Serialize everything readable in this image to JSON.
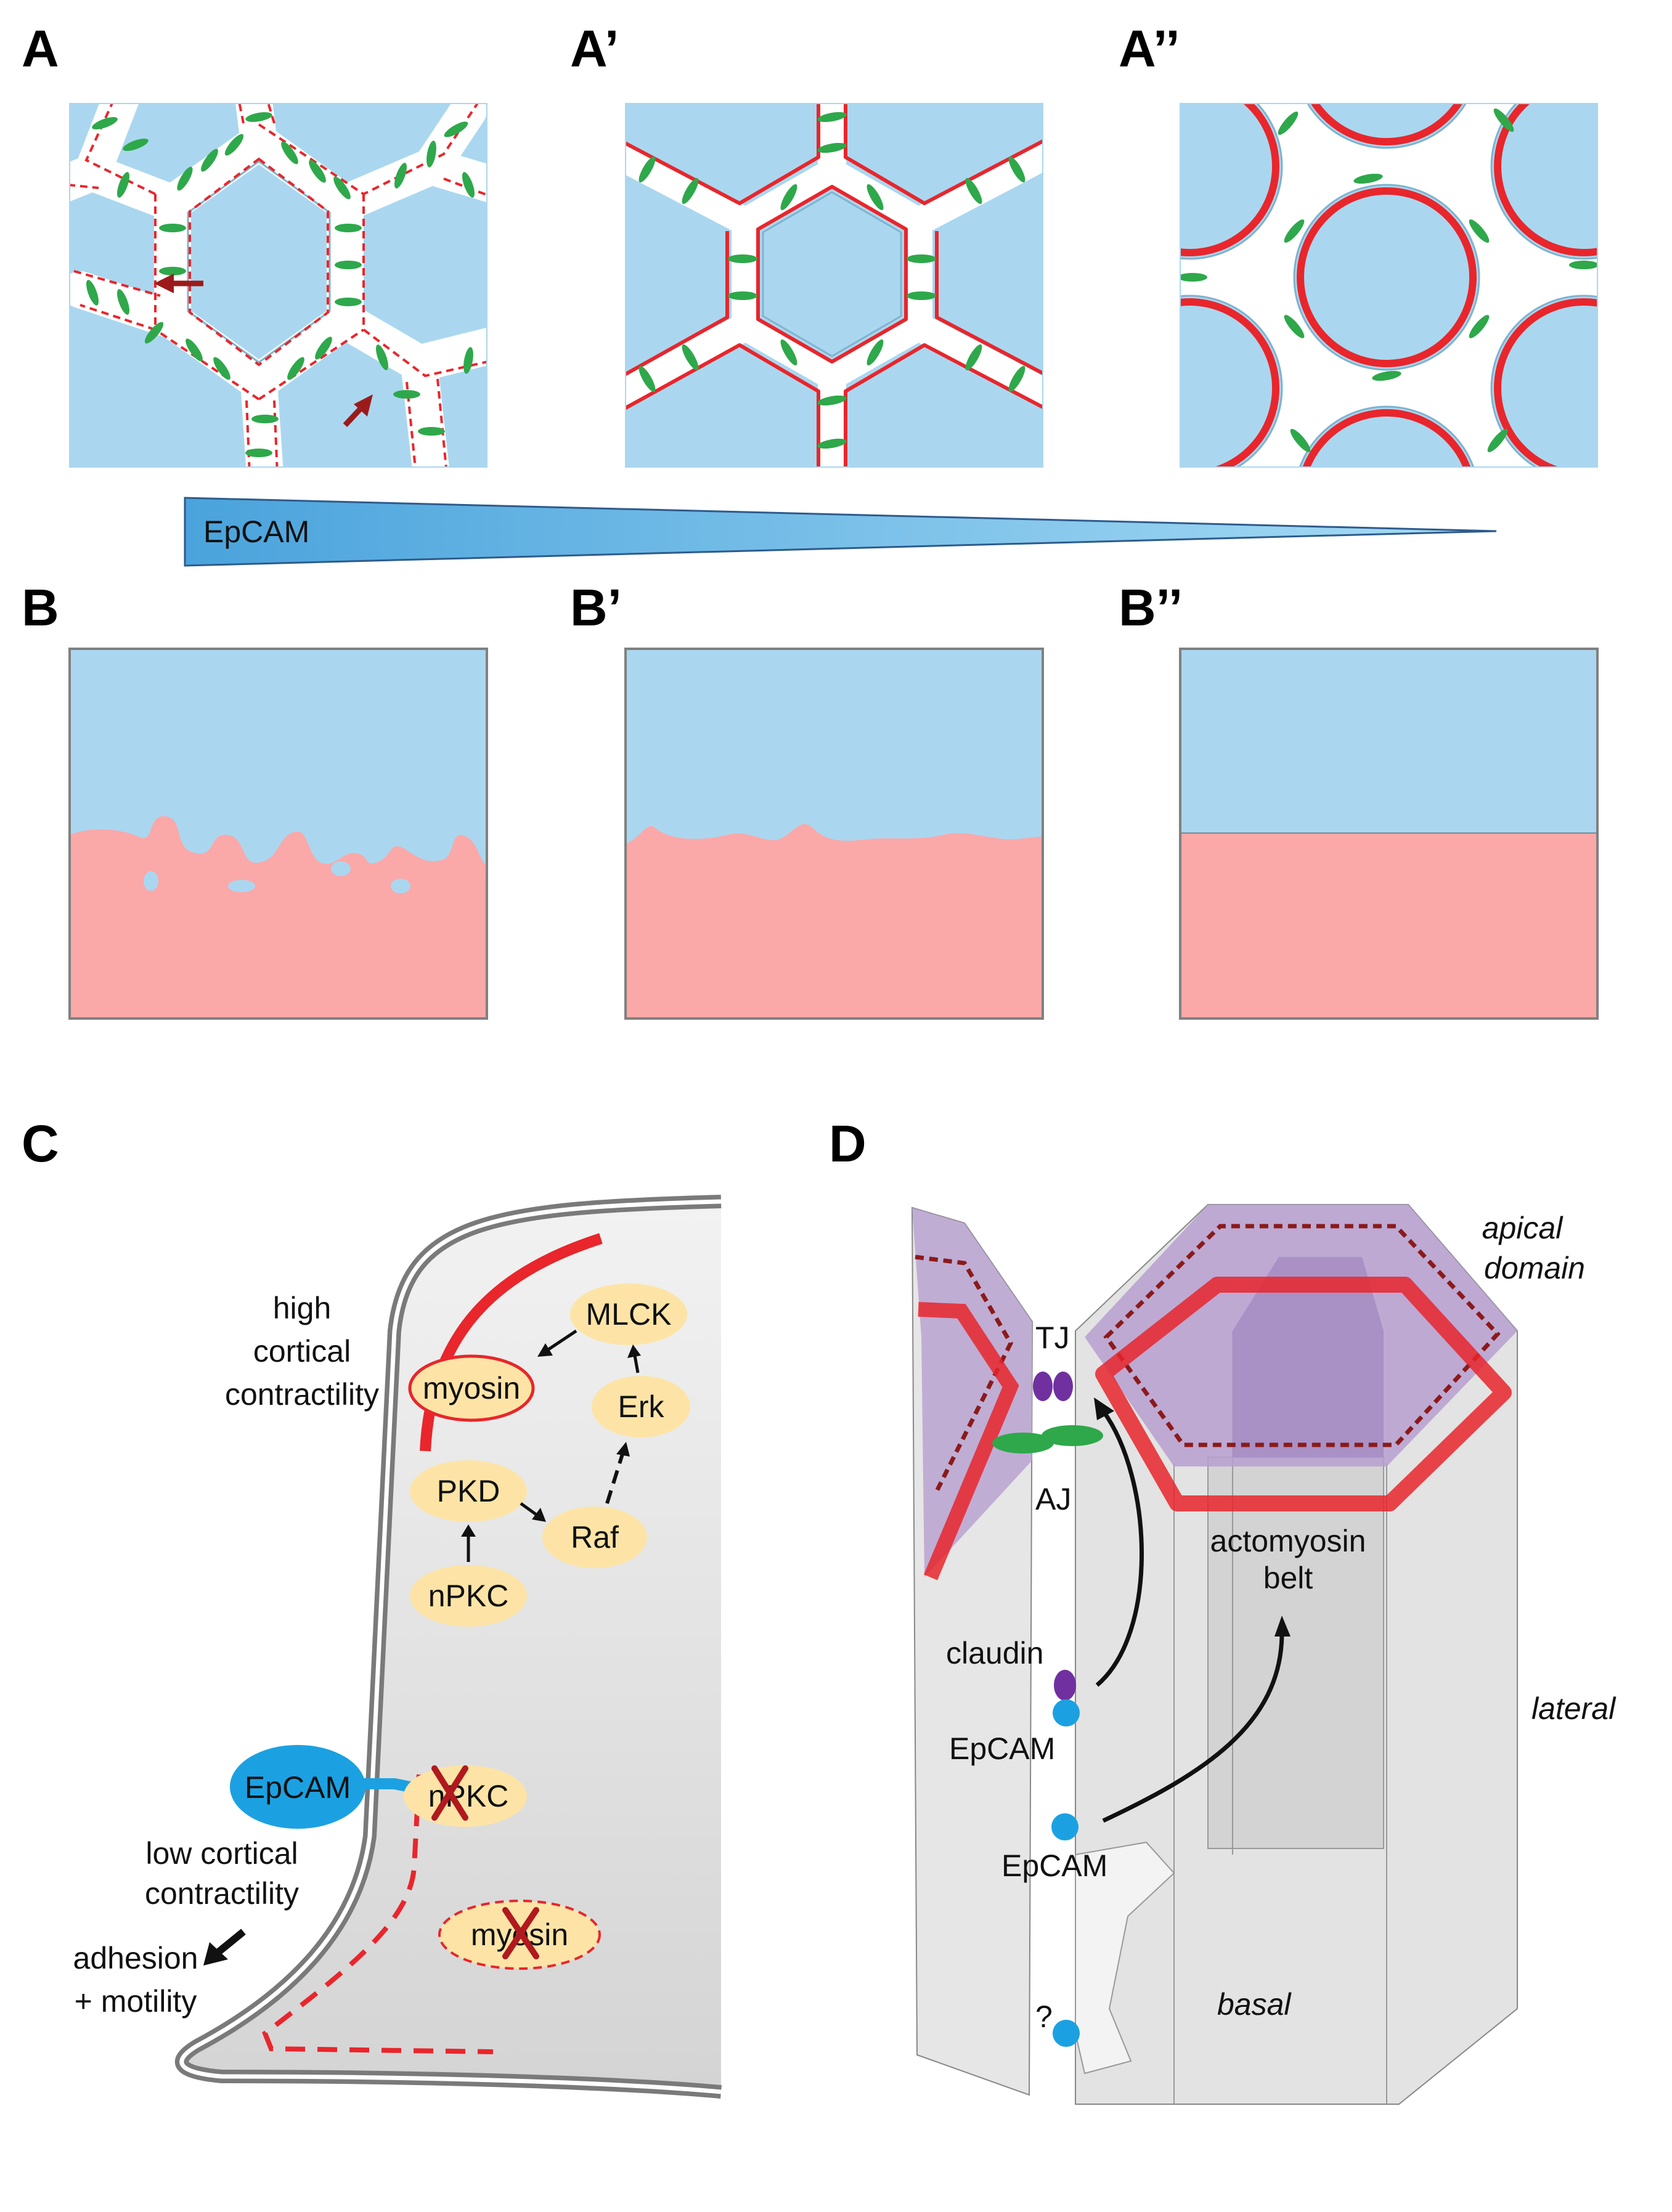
{
  "panels": {
    "A": "A",
    "A1": "A’",
    "A2": "A’’",
    "B": "B",
    "B1": "B’",
    "B2": "B’’",
    "C": "C",
    "D": "D"
  },
  "gradient": {
    "label": "EpCAM"
  },
  "panel_c": {
    "high_1": "high",
    "high_2": "cortical",
    "high_3": "contractility",
    "myosin": "myosin",
    "mlck": "MLCK",
    "erk": "Erk",
    "pkd": "PKD",
    "raf": "Raf",
    "npkc": "nPKC",
    "epcam": "EpCAM",
    "npkc_inhibited": "nPKC",
    "myosin_inhibited": "myosin",
    "low_1": "low cortical",
    "low_2": "contractility",
    "adh_1": "adhesion",
    "adh_2": "+ motility"
  },
  "panel_d": {
    "tj": "TJ",
    "aj": "AJ",
    "apical_1": "apical",
    "apical_2": "domain",
    "belt_1": "actomyosin",
    "belt_2": "belt",
    "claudin": "claudin",
    "epcam_1": "EpCAM",
    "epcam_2": "EpCAM",
    "lateral": "lateral",
    "basal": "basal",
    "question": "?"
  },
  "colors": {
    "cell": "#aad7ef",
    "cell_edge": "#7fb3cf",
    "cortex": "#e8262c",
    "adhesion": "#2ea84a",
    "interface_bottom": "#fba8a8",
    "node": "#fde4a6",
    "epcam": "#1ba1e2",
    "claudin": "#7030a0",
    "apical": "#b79fd0"
  }
}
